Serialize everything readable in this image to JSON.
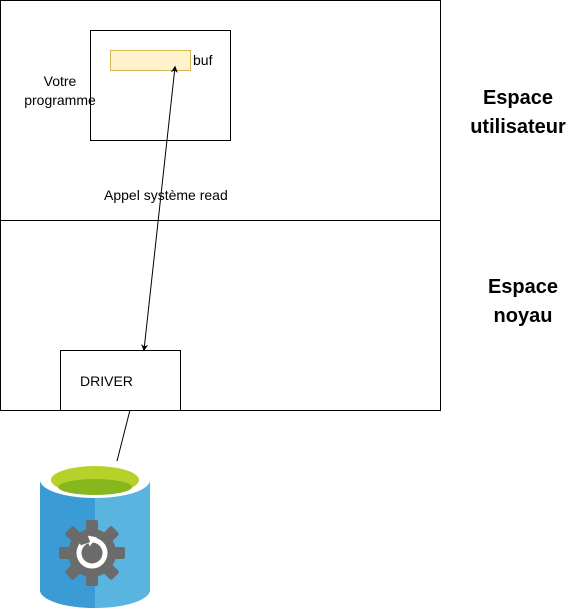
{
  "diagram": {
    "user_space": {
      "program_label": "Votre\nprogramme",
      "buffer_label": "buf",
      "side_title": "Espace\nutilisateur"
    },
    "syscall_label": "Appel système read",
    "kernel_space": {
      "side_title": "Espace\nnoyau",
      "driver_label": "DRIVER"
    },
    "storage_icon": "disk-gear-icon",
    "colors": {
      "buffer_fill": "#fff2cc",
      "buffer_stroke": "#d6b656",
      "disk_top": "#b7d12b",
      "disk_body_left": "#3a9bd5",
      "disk_body_right": "#5ab4e0",
      "gear": "#6b6b6b"
    }
  }
}
